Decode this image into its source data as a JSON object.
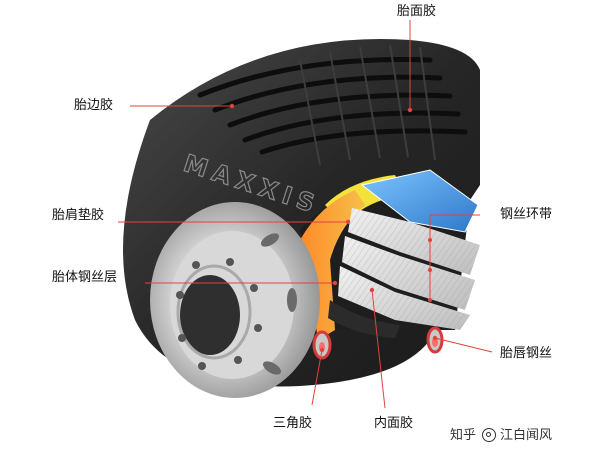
{
  "labels": {
    "tread": "胎面胶",
    "sidewall": "胎边胶",
    "shoulder_pad": "胎肩垫胶",
    "carcass_ply": "胎体钢丝层",
    "steel_belt": "钢丝环带",
    "bead_wire": "胎唇钢丝",
    "apex": "三角胶",
    "inner_liner": "内面胶"
  },
  "brand_text": "MAXXIS",
  "watermark": {
    "site": "知乎",
    "author": "江白闻风"
  },
  "colors": {
    "leader_line": "#e0443c",
    "tire_rubber": "#2a2a2a",
    "belt_blue": "#3f8fd8",
    "carcass_orange": "#f0a23a",
    "shoulder_yellow": "#f3e23a",
    "bead_red": "#d63a3a",
    "rim_silver": "#c8c8c8"
  }
}
